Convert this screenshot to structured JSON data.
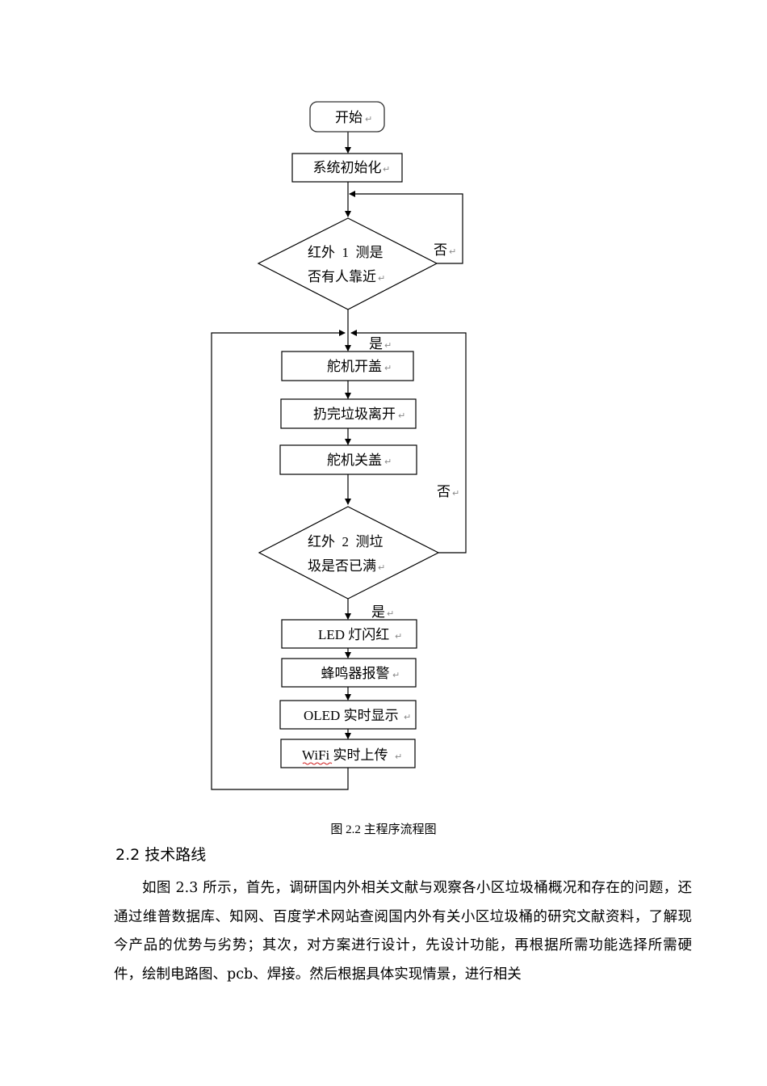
{
  "flowchart": {
    "nodes": {
      "start": "开始",
      "init": "系统初始化",
      "check1_line1": "红外  1  测是",
      "check1_line2": "否有人靠近",
      "servo_open": "舵机开盖",
      "throw_trash": "扔完垃圾离开",
      "servo_close": "舵机关盖",
      "check2_line1": "红外  2  测垃",
      "check2_line2": "圾是否已满",
      "led": "LED 灯闪红",
      "buzzer": "蜂鸣器报警",
      "oled": "OLED 实时显示",
      "wifi_word": "WiFi",
      "wifi_rest": " 实时上传"
    },
    "labels": {
      "no1": "否",
      "yes1": "是",
      "no2": "否",
      "yes2": "是"
    },
    "paragraph_mark": "↵"
  },
  "caption": "图 2.2 主程序流程图",
  "section": {
    "heading": "2.2 技术路线",
    "paragraph": "如图 2.3 所示，首先，调研国内外相关文献与观察各小区垃圾桶概况和存在的问题，还通过维普数据库、知网、百度学术网站查阅国内外有关小区垃圾桶的研究文献资料，了解现今产品的优势与劣势；其次，对方案进行设计，先设计功能，再根据所需功能选择所需硬件，绘制电路图、pcb、焊接。然后根据具体实现情景，进行相关"
  }
}
